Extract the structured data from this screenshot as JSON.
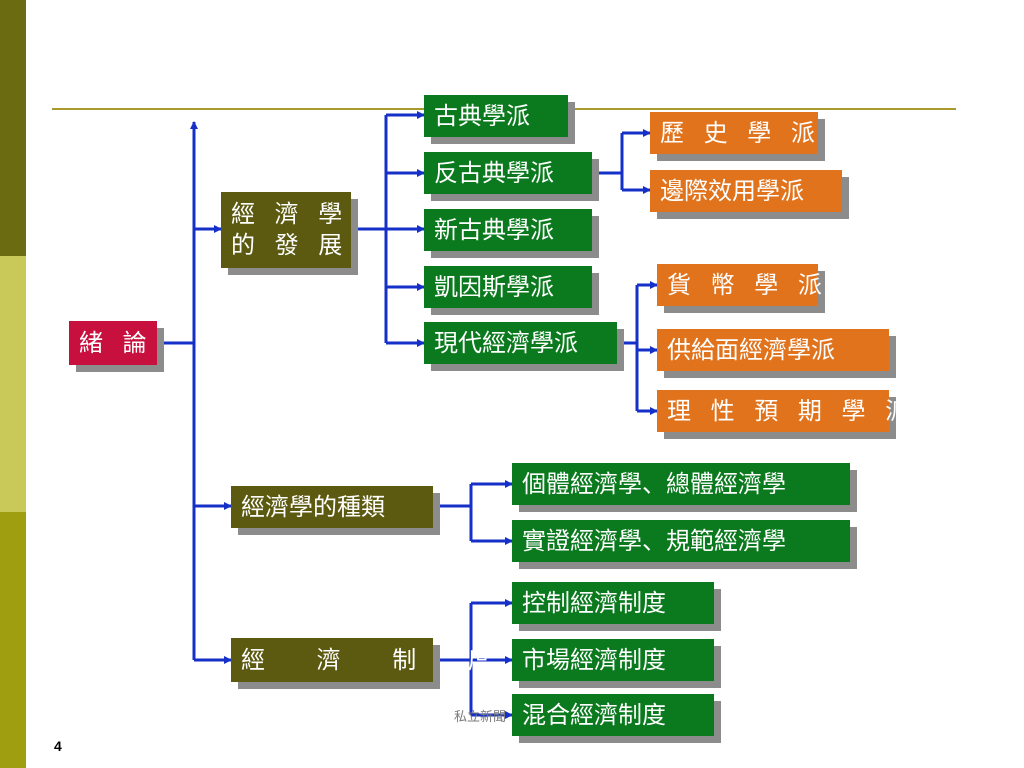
{
  "root": {
    "label": "緒 論"
  },
  "branches": [
    {
      "label_lines": [
        "經 濟 學",
        "的 發 展"
      ],
      "children": [
        {
          "label": "古典學派"
        },
        {
          "label": "反古典學派",
          "children": [
            {
              "label": "歷 史 學 派"
            },
            {
              "label": "邊際效用學派"
            }
          ]
        },
        {
          "label": "新古典學派"
        },
        {
          "label": "凱因斯學派"
        },
        {
          "label": "現代經濟學派",
          "children": [
            {
              "label": "貨 幣 學 派"
            },
            {
              "label": "供給面經濟學派"
            },
            {
              "label": "理 性 預 期 學 派"
            }
          ]
        }
      ]
    },
    {
      "label": "經濟學的種類",
      "children": [
        {
          "label": "個體經濟學、總體經濟學"
        },
        {
          "label": "實證經濟學、規範經濟學"
        }
      ]
    },
    {
      "label": "經 濟 制 度",
      "children": [
        {
          "label": "控制經濟制度"
        },
        {
          "label": "市場經濟制度"
        },
        {
          "label": "混合經濟制度"
        }
      ]
    }
  ],
  "footer": {
    "text": "私立新聞"
  },
  "slide_number": "4",
  "colors": {
    "olive_box": "#5c5a10",
    "green_box": "#0b7a1e",
    "orange_box": "#e0731c",
    "root_box": "#c8103e",
    "connector": "#1430c8"
  }
}
